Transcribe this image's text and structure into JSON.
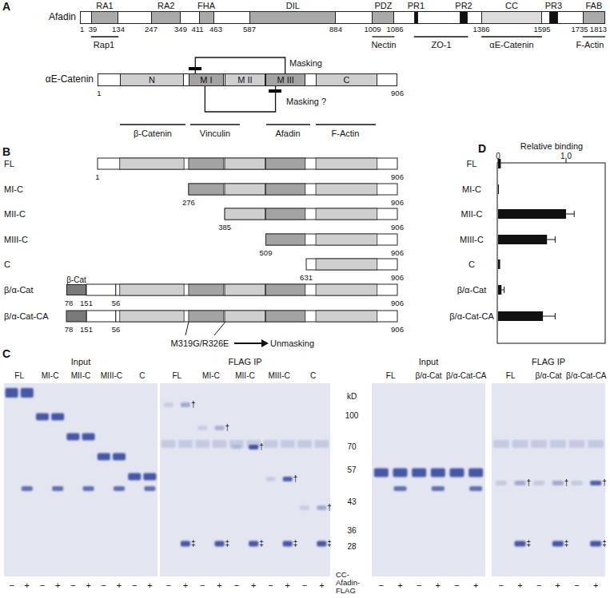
{
  "diagram": {
    "nodes": [
      {
        "text": [
          "Afadin"
        ]
      },
      {
        "text": [
          "RA1"
        ],
        "in": 0
      },
      {
        "text": [
          "RA2"
        ],
        "in": 0
      },
      {
        "text": [
          "FHA"
        ],
        "in": 0
      },
      {
        "text": [
          "DIL"
        ],
        "in": 0
      },
      {
        "text": [
          "PDZ"
        ],
        "in": 0
      },
      {
        "text": [
          "PR1"
        ],
        "in": 0
      },
      {
        "text": [
          "PR2"
        ],
        "in": 0
      },
      {
        "text": [
          "CC"
        ],
        "in": 0
      },
      {
        "text": [
          "PR3"
        ],
        "in": 0
      },
      {
        "text": [
          "FAB"
        ],
        "in": 0
      },
      {
        "text": [
          "αE-Catenin"
        ]
      },
      {
        "text": [
          "N"
        ],
        "in": 11
      },
      {
        "text": [
          "M I"
        ],
        "in": 11
      },
      {
        "text": [
          "M II"
        ],
        "in": 11
      },
      {
        "text": [
          "M III"
        ],
        "in": 11
      },
      {
        "text": [
          "C"
        ],
        "in": 11
      },
      {
        "text": [
          "β-Cat"
        ]
      }
    ],
    "edges": [
      {
        "from": 13,
        "to": 15,
        "arrow": "none"
      },
      {
        "from": 15,
        "to": 13,
        "arrow": "none"
      }
    ],
    "labels": [
      "A",
      "1",
      "39",
      "134",
      "247",
      "349",
      "411",
      "463",
      "587",
      "884",
      "1009",
      "1086",
      "1386",
      "1595",
      "1735",
      "1813",
      "Rap1",
      "Nectin",
      "ZO-1",
      "αE-Catenin",
      "F-Actin",
      "Masking",
      "1",
      "906",
      "Masking ?",
      "β-Catenin",
      "Vinculin",
      "Afadin",
      "F-Actin",
      "B",
      "FL",
      "1",
      "906",
      "MI-C",
      "276",
      "906",
      "MII-C",
      "385",
      "906",
      "MIII-C",
      "509",
      "906",
      "C",
      "631",
      "906",
      "β/α-Cat",
      "78",
      "151",
      "56",
      "906",
      "β/α-Cat-CA",
      "78",
      "151",
      "56",
      "906",
      "M319G/R326E",
      "Unmasking",
      "D",
      "Relative binding",
      "0",
      "1.0",
      "FL",
      "MI-C",
      "MII-C",
      "MIII-C",
      "C",
      "β/α-Cat",
      "β/α-Cat-CA",
      "C",
      "Input",
      "FLAG IP",
      "FL",
      "MI-C",
      "MII-C",
      "MIII-C",
      "C",
      "FL",
      "MI-C",
      "MII-C",
      "MIII-C",
      "C",
      "kD",
      "100",
      "70",
      "57",
      "43",
      "36",
      "28",
      "†",
      "†",
      "†",
      "†",
      "†",
      "‡",
      "‡",
      "‡",
      "‡",
      "‡",
      "−",
      "+",
      "−",
      "+",
      "−",
      "+",
      "−",
      "+",
      "−",
      "+",
      "−",
      "+",
      "−",
      "+",
      "−",
      "+",
      "−",
      "+",
      "−",
      "+",
      "CC-Afadin-FLAG",
      "Input",
      "FLAG IP",
      "FL",
      "β/α-Cat",
      "β/α-Cat-CA",
      "FL",
      "β/α-Cat",
      "β/α-Cat-CA",
      "†",
      "†",
      "†",
      "‡",
      "‡",
      "‡",
      "−",
      "+",
      "−",
      "+",
      "−",
      "+",
      "−",
      "+",
      "−",
      "+",
      "−",
      "+"
    ]
  }
}
